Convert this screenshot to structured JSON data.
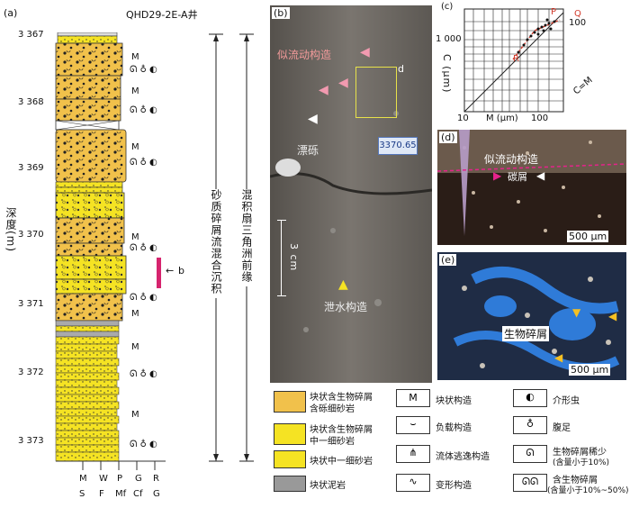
{
  "panel_a": {
    "tag": "(a)",
    "well": "QHD29-2E-A井",
    "depth_axis_label": "深度(m)",
    "depths": [
      "3 367",
      "3 368",
      "3 369",
      "3 370",
      "3 371",
      "3 372",
      "3 373"
    ],
    "structure_marks": [
      "M",
      "M",
      "M",
      "M",
      "M",
      "M",
      "M"
    ],
    "sample_marker": "b",
    "interpretation_1": "砂质碎屑流混合沉积",
    "interpretation_2": "混积扇三角洲前缘",
    "grain_top": [
      "M",
      "W",
      "P",
      "G",
      "R"
    ],
    "grain_bottom": [
      "S",
      "F",
      "Mf",
      "Cf",
      "G"
    ]
  },
  "panel_b": {
    "tag": "(b)",
    "label_top": "似流动构造",
    "label_mid": "漂砾",
    "label_bottom": "泄水构造",
    "box_label": "d",
    "tag_text": "3370.65",
    "scale": "3 cm"
  },
  "panel_c": {
    "tag": "(c)",
    "ylabel": "C (μm)",
    "xlabel": "M (μm)",
    "y_tick": "1 000",
    "x_ticks": [
      "10",
      "100"
    ],
    "corner_tick": "100",
    "points": [
      "P",
      "Q",
      "R"
    ],
    "line_label": "C=M"
  },
  "panel_d": {
    "tag": "(d)",
    "label_1": "似流动构造",
    "label_2": "碳屑",
    "scale": "500 μm"
  },
  "panel_e": {
    "tag": "(e)",
    "label": "生物碎屑",
    "scale": "500 μm"
  },
  "legend": {
    "col1": [
      "块状含生物碎屑含砾细砂岩",
      "块状含生物碎屑中一细砂岩",
      "块状中一细砂岩",
      "块状泥岩"
    ],
    "col1a": [
      "块状含生物碎屑",
      "块状含生物碎屑"
    ],
    "col1b": [
      "含砾细砂岩",
      "中一细砂岩"
    ],
    "m_symbol": "M",
    "col2": [
      "块状构造",
      "负载构造",
      "流体逃逸构造",
      "变形构造"
    ],
    "col3": [
      "介形虫",
      "腹足",
      "生物碎屑稀少",
      "含生物碎屑"
    ],
    "col3_sub": [
      "(含量小于10%)",
      "(含量小于10%~50%)"
    ]
  }
}
